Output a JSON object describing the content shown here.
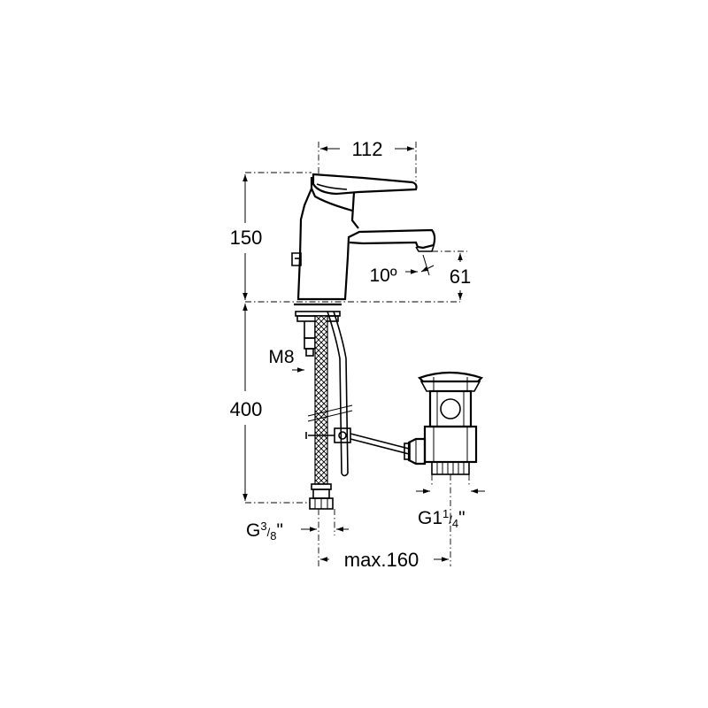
{
  "dimensions": {
    "spout_reach": "112",
    "body_height": "150",
    "spout_angle": "10º",
    "spout_height": "61",
    "nut_thread": "M8",
    "hose_length": "400",
    "hose_conn_main": "G",
    "hose_conn_frac_num": "3",
    "hose_conn_frac_den": "8",
    "hose_conn_suffix": "\"",
    "waste_conn_main": "G1",
    "waste_conn_frac_num": "1",
    "waste_conn_frac_den": "4",
    "waste_conn_suffix": "\"",
    "max_distance": "max.160"
  }
}
